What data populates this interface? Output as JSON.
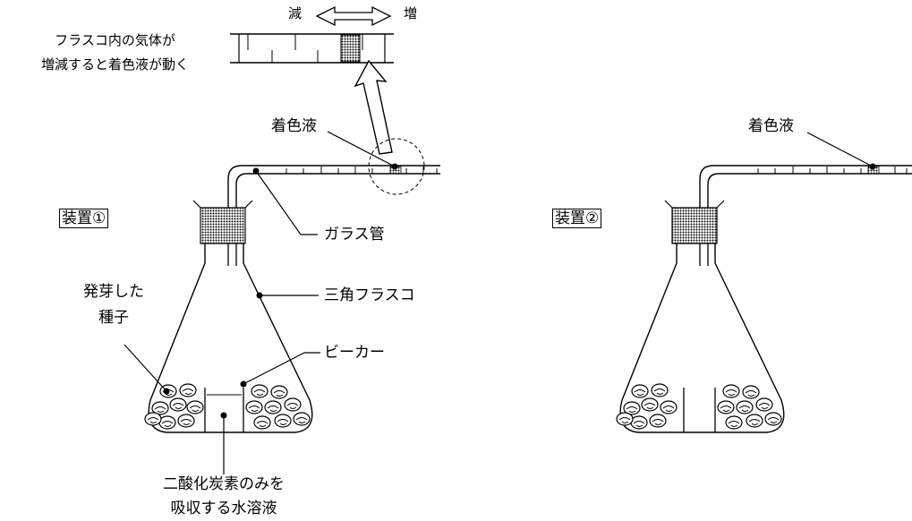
{
  "inset": {
    "caption_line1": "フラスコ内の気体が",
    "caption_line2": "増減すると着色液が動く",
    "decrease": "減",
    "increase": "増"
  },
  "apparatus1": {
    "title": "装置①",
    "colored_liquid": "着色液",
    "glass_tube": "ガラス管",
    "flask": "三角フラスコ",
    "seeds_line1": "発芽した",
    "seeds_line2": "種子",
    "beaker": "ビーカー",
    "solution_line1": "二酸化炭素のみを",
    "solution_line2": "吸収する水溶液"
  },
  "apparatus2": {
    "title": "装置②",
    "colored_liquid": "着色液"
  }
}
